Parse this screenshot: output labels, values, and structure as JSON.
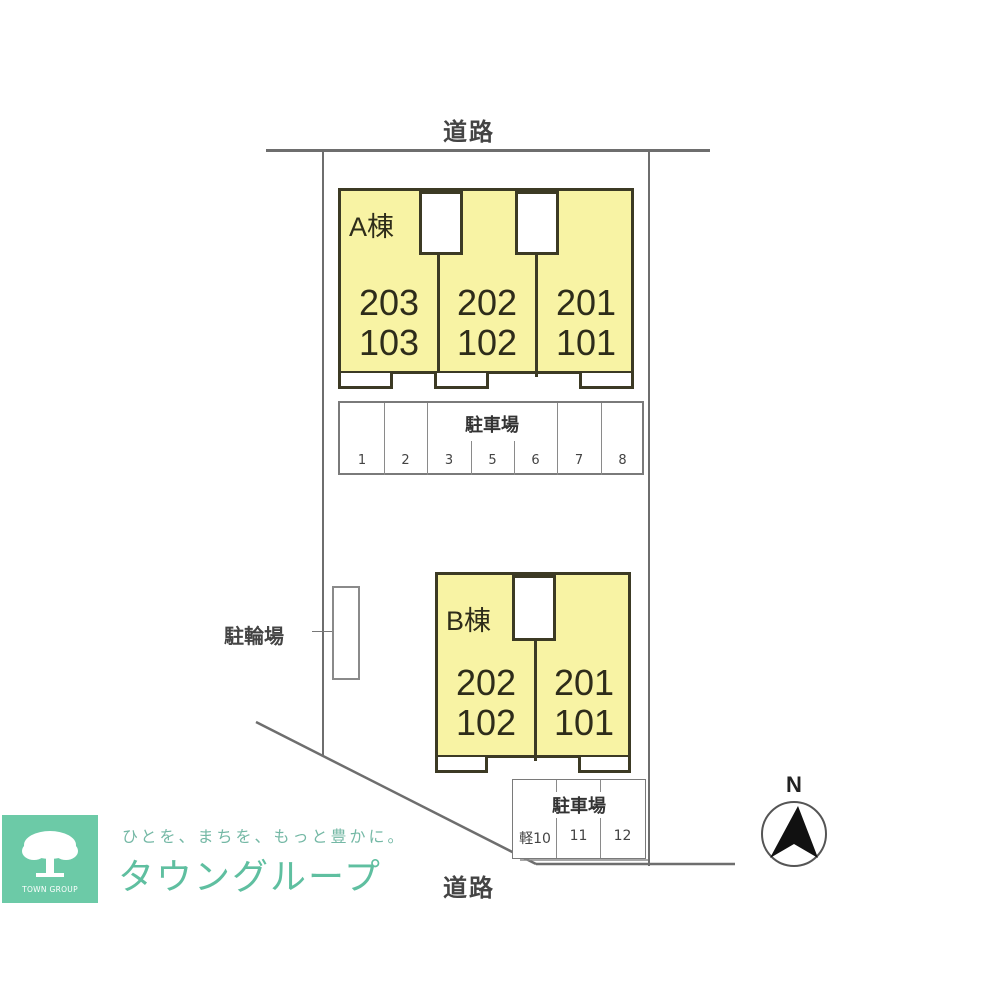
{
  "roads": {
    "top_label": "道路",
    "bottom_label": "道路"
  },
  "buildings": {
    "a": {
      "name": "A棟",
      "units": [
        {
          "upper": "203",
          "lower": "103"
        },
        {
          "upper": "202",
          "lower": "102"
        },
        {
          "upper": "201",
          "lower": "101"
        }
      ]
    },
    "b": {
      "name": "B棟",
      "units": [
        {
          "upper": "202",
          "lower": "102"
        },
        {
          "upper": "201",
          "lower": "101"
        }
      ]
    }
  },
  "parking_main": {
    "label": "駐車場",
    "spaces": [
      "1",
      "2",
      "3",
      "5",
      "6",
      "7",
      "8"
    ]
  },
  "parking_small": {
    "label": "駐車場",
    "spaces": [
      "軽10",
      "11",
      "12"
    ]
  },
  "bicycle_parking": {
    "label": "駐輪場"
  },
  "compass": {
    "label": "N"
  },
  "branding": {
    "logo_caption": "TOWN GROUP",
    "tagline": "ひとを、まちを、もっと豊かに。",
    "name": "タウングループ"
  },
  "colors": {
    "building_fill": "#f8f3a4",
    "building_outline": "#3c3a24",
    "brand_green": "#6ccaa7"
  }
}
